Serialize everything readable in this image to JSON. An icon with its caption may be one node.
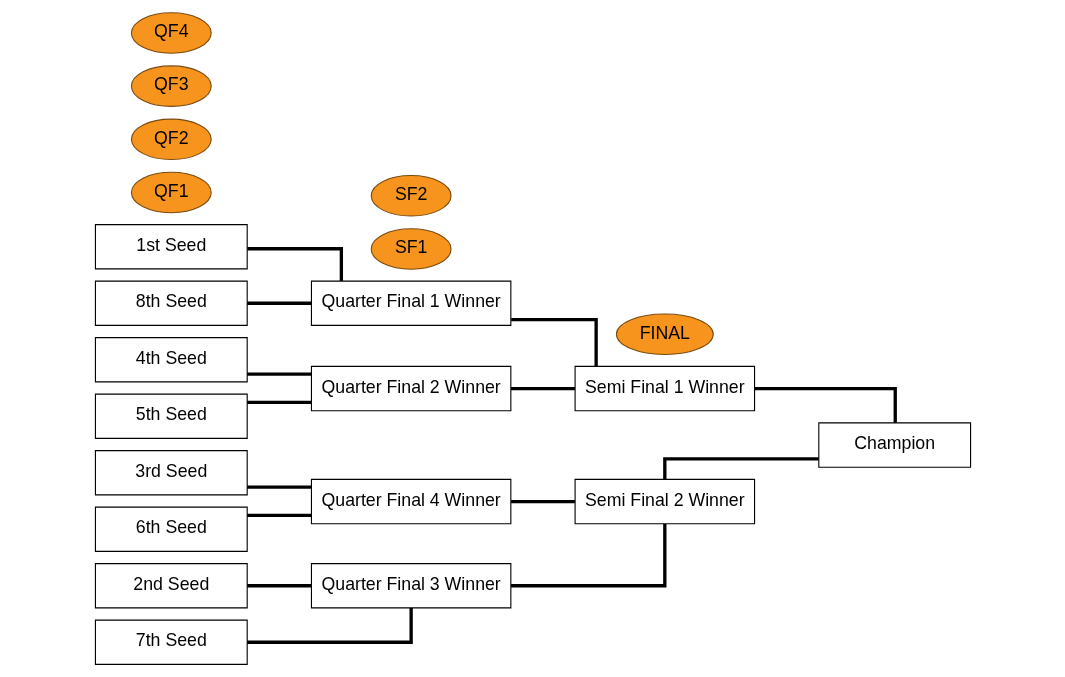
{
  "diagram": {
    "nodes": [
      {
        "text": [
          "1st Seed"
        ]
      },
      {
        "text": [
          "QF1"
        ]
      },
      {
        "text": [
          "8th Seed"
        ]
      },
      {
        "text": [
          "Quarter Final 1 Winner"
        ]
      },
      {
        "text": [
          "SF1"
        ]
      },
      {
        "text": [
          "Semi Final 1 Winner"
        ]
      },
      {
        "text": [
          "4th Seed"
        ]
      },
      {
        "text": [
          "QF2"
        ]
      },
      {
        "text": [
          "5th Seed"
        ]
      },
      {
        "text": [
          "Quarter Final 2 Winner"
        ]
      },
      {
        "text": [
          "FINAL"
        ]
      },
      {
        "text": [
          "Champion"
        ]
      },
      {
        "text": [
          "2nd Seed"
        ]
      },
      {
        "text": [
          "QF3"
        ]
      },
      {
        "text": [
          "7th Seed"
        ]
      },
      {
        "text": [
          "Quarter Final 3 Winner"
        ]
      },
      {
        "text": [
          "SF2"
        ]
      },
      {
        "text": [
          "Semi Final 2 Winner"
        ]
      },
      {
        "text": [
          "3rd Seed"
        ]
      },
      {
        "text": [
          "QF4"
        ]
      },
      {
        "text": [
          "6th Seed"
        ]
      },
      {
        "text": [
          "Quarter Final 4 Winner"
        ]
      }
    ],
    "edges": [
      {
        "from": 0,
        "to": 3,
        "arrow": "none"
      },
      {
        "from": 2,
        "to": 3,
        "arrow": "none"
      },
      {
        "from": 6,
        "to": 9,
        "arrow": "none"
      },
      {
        "from": 8,
        "to": 9,
        "arrow": "none"
      },
      {
        "from": 12,
        "to": 15,
        "arrow": "none"
      },
      {
        "from": 14,
        "to": 15,
        "arrow": "none"
      },
      {
        "from": 18,
        "to": 21,
        "arrow": "none"
      },
      {
        "from": 20,
        "to": 21,
        "arrow": "none"
      },
      {
        "from": 3,
        "to": 5,
        "arrow": "none"
      },
      {
        "from": 9,
        "to": 5,
        "arrow": "none"
      },
      {
        "from": 15,
        "to": 17,
        "arrow": "none"
      },
      {
        "from": 21,
        "to": 17,
        "arrow": "none"
      },
      {
        "from": 5,
        "to": 11,
        "arrow": "none"
      },
      {
        "from": 17,
        "to": 11,
        "arrow": "none"
      }
    ]
  }
}
